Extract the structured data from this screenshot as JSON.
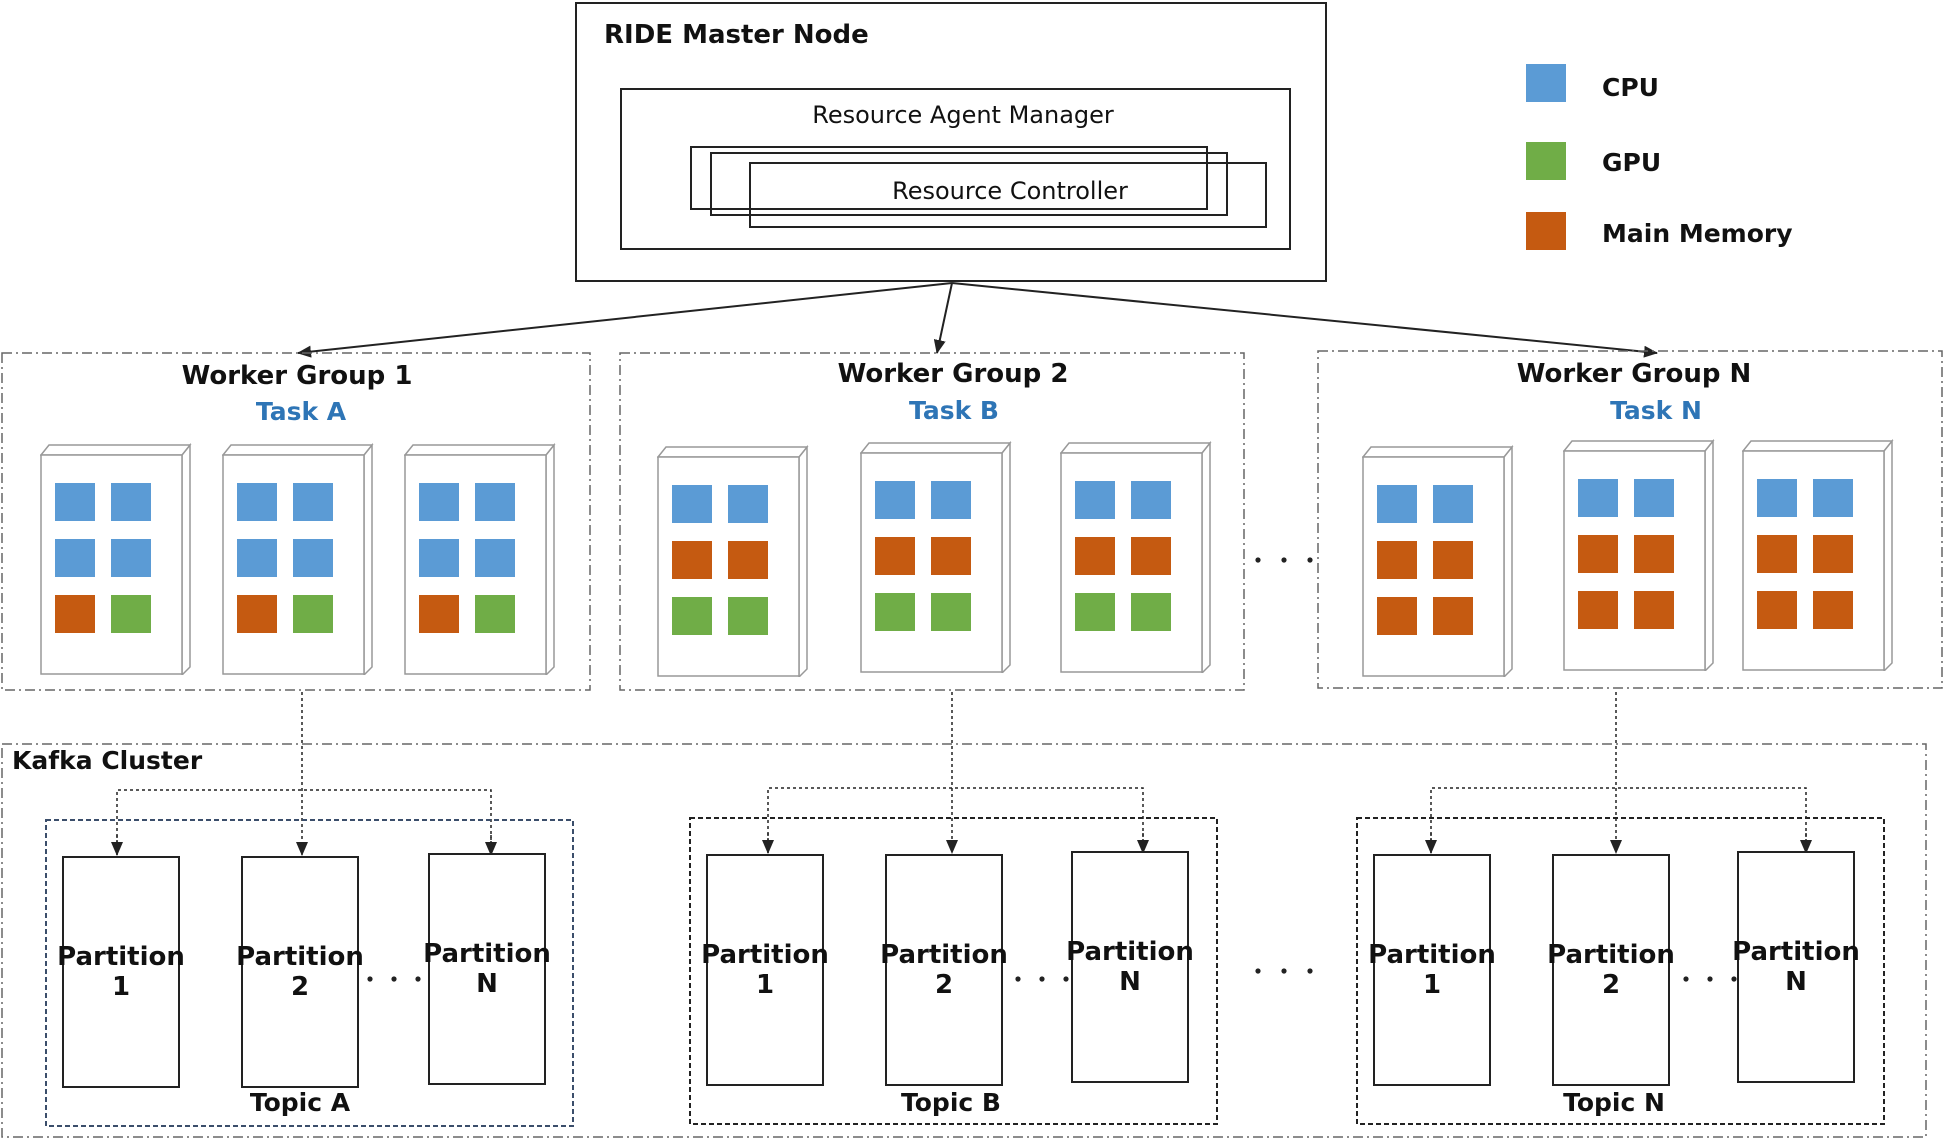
{
  "master": {
    "title": "RIDE Master Node",
    "manager_label": "Resource Agent Manager",
    "controller_label": "Resource Controller"
  },
  "legend": [
    {
      "label": "CPU",
      "color": "#5b9bd5"
    },
    {
      "label": "GPU",
      "color": "#70ad47"
    },
    {
      "label": "Main Memory",
      "color": "#c55a11"
    }
  ],
  "worker_groups": [
    {
      "title": "Worker Group 1",
      "task": "Task A",
      "servers": [
        [
          "cpu",
          "cpu",
          "cpu",
          "cpu",
          "mem",
          "gpu"
        ],
        [
          "cpu",
          "cpu",
          "cpu",
          "cpu",
          "mem",
          "gpu"
        ],
        [
          "cpu",
          "cpu",
          "cpu",
          "cpu",
          "mem",
          "gpu"
        ]
      ]
    },
    {
      "title": "Worker Group 2",
      "task": "Task B",
      "servers": [
        [
          "cpu",
          "cpu",
          "mem",
          "mem",
          "gpu",
          "gpu"
        ],
        [
          "cpu",
          "cpu",
          "mem",
          "mem",
          "gpu",
          "gpu"
        ],
        [
          "cpu",
          "cpu",
          "mem",
          "mem",
          "gpu",
          "gpu"
        ]
      ]
    },
    {
      "title": "Worker Group N",
      "task": "Task N",
      "servers": [
        [
          "cpu",
          "cpu",
          "mem",
          "mem",
          "mem",
          "mem"
        ],
        [
          "cpu",
          "cpu",
          "mem",
          "mem",
          "mem",
          "mem"
        ],
        [
          "cpu",
          "cpu",
          "mem",
          "mem",
          "mem",
          "mem"
        ]
      ]
    }
  ],
  "kafka": {
    "title": "Kafka Cluster",
    "topics": [
      {
        "name": "Topic A",
        "partitions": [
          [
            "Partition",
            "1"
          ],
          [
            "Partition",
            "2"
          ],
          [
            "Partition",
            "N"
          ]
        ]
      },
      {
        "name": "Topic B",
        "partitions": [
          [
            "Partition",
            "1"
          ],
          [
            "Partition",
            "2"
          ],
          [
            "Partition",
            "N"
          ]
        ]
      },
      {
        "name": "Topic N",
        "partitions": [
          [
            "Partition",
            "1"
          ],
          [
            "Partition",
            "2"
          ],
          [
            "Partition",
            "N"
          ]
        ]
      }
    ]
  },
  "colors": {
    "cpu": "#5b9bd5",
    "gpu": "#70ad47",
    "mem": "#c55a11",
    "task": "#2e75b6",
    "line": "#222222"
  }
}
